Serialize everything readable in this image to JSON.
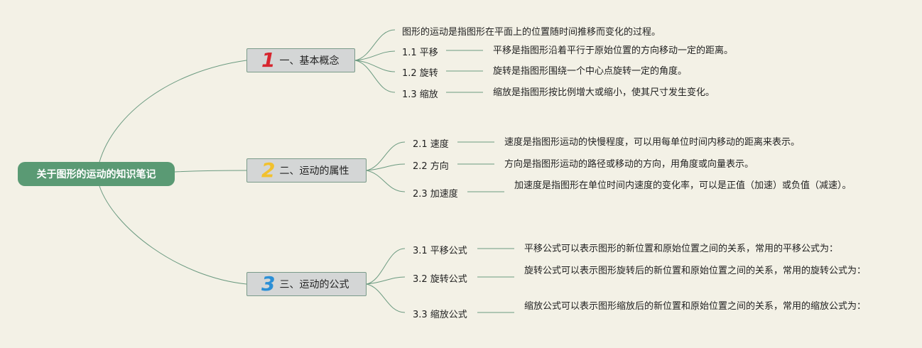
{
  "root": {
    "label": "关于图形的运动的知识笔记"
  },
  "branches": [
    {
      "number": "1",
      "number_color": "#d7262f",
      "label": "一、基本概念",
      "intro": "图形的运动是指图形在平面上的位置随时间推移而变化的过程。",
      "items": [
        {
          "label": "1.1 平移",
          "desc": "平移是指图形沿着平行于原始位置的方向移动一定的距离。"
        },
        {
          "label": "1.2 旋转",
          "desc": "旋转是指图形围绕一个中心点旋转一定的角度。"
        },
        {
          "label": "1.3 缩放",
          "desc": "缩放是指图形按比例增大或缩小，使其尺寸发生变化。"
        }
      ]
    },
    {
      "number": "2",
      "number_color": "#f2c12e",
      "label": "二、运动的属性",
      "items": [
        {
          "label": "2.1 速度",
          "desc": "速度是指图形运动的快慢程度，可以用每单位时间内移动的距离来表示。"
        },
        {
          "label": "2.2 方向",
          "desc": "方向是指图形运动的路径或移动的方向，用角度或向量表示。"
        },
        {
          "label": "2.3 加速度",
          "desc": "加速度是指图形在单位时间内速度的变化率，可以是正值（加速）或负值（减速）。"
        }
      ]
    },
    {
      "number": "3",
      "number_color": "#2b8fd6",
      "label": "三、运动的公式",
      "items": [
        {
          "label": "3.1 平移公式",
          "desc": "平移公式可以表示图形的新位置和原始位置之间的关系，常用的平移公式为："
        },
        {
          "label": "3.2 旋转公式",
          "desc": "旋转公式可以表示图形旋转后的新位置和原始位置之间的关系，常用的旋转公式为："
        },
        {
          "label": "3.3 缩放公式",
          "desc": "缩放公式可以表示图形缩放后的新位置和原始位置之间的关系，常用的缩放公式为："
        }
      ]
    }
  ],
  "colors": {
    "background": "#f3f1e6",
    "root": "#5a9a74",
    "branch_fill": "#d4d6d6",
    "line": "#6b9a80"
  }
}
